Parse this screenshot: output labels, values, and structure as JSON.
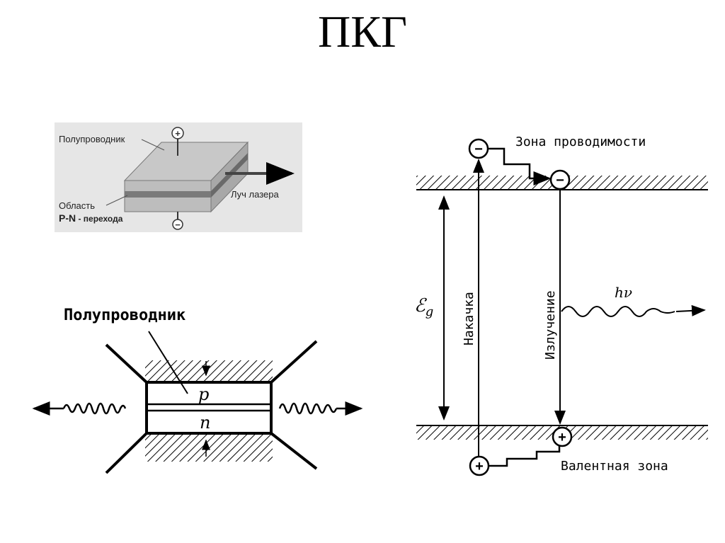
{
  "title": "ПКГ",
  "laser_block": {
    "semiconductor_label": "Полупроводник",
    "region_label_line1": "Область",
    "region_label_line2_bold": "P-N",
    "region_label_line2_rest": " - перехода",
    "beam_label": "Луч лазера",
    "plus_sign": "+",
    "minus_sign": "−"
  },
  "pn_diagram": {
    "semiconductor_label": "Полупроводник",
    "p_label": "p",
    "n_label": "n"
  },
  "band_diagram": {
    "conduction_band_label": "Зона проводимости",
    "valence_band_label": "Валентная зона",
    "gap_label": "ℰ",
    "gap_subscript": "g",
    "pumping_label": "Накачка",
    "emission_label": "Излучение",
    "photon_label": "hν",
    "electron_sign": "−",
    "hole_sign": "+"
  },
  "colors": {
    "block_top": "#c8c8c8",
    "block_front": "#bdbdbd",
    "block_side": "#a8a8a8",
    "junction": "#7a7a7a",
    "panel_bg": "#e6e6e6"
  }
}
